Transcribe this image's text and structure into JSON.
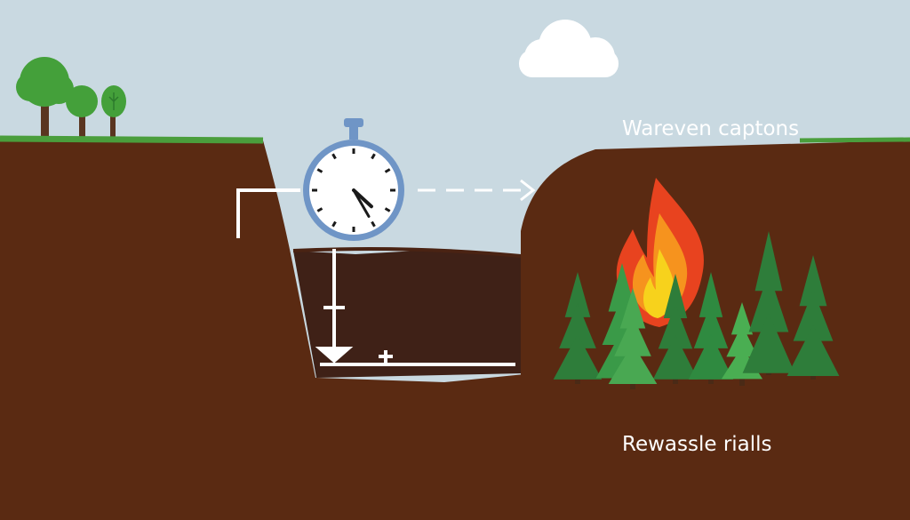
{
  "labels": {
    "top_caption": "Wareven captons",
    "bottom_caption": "Rewassle rialls"
  },
  "clock": {
    "hour": 4,
    "minute": 25
  },
  "icons": {
    "stopwatch": "stopwatch-icon",
    "fire": "fire-icon",
    "cloud": "cloud-icon"
  },
  "colors": {
    "sky": "#c9d9e1",
    "soil": "#5a2a12",
    "pit": "#3f2117",
    "grass": "#4a9e3c",
    "clock_ring": "#6f95c6",
    "pine": "#2e7d3a"
  }
}
